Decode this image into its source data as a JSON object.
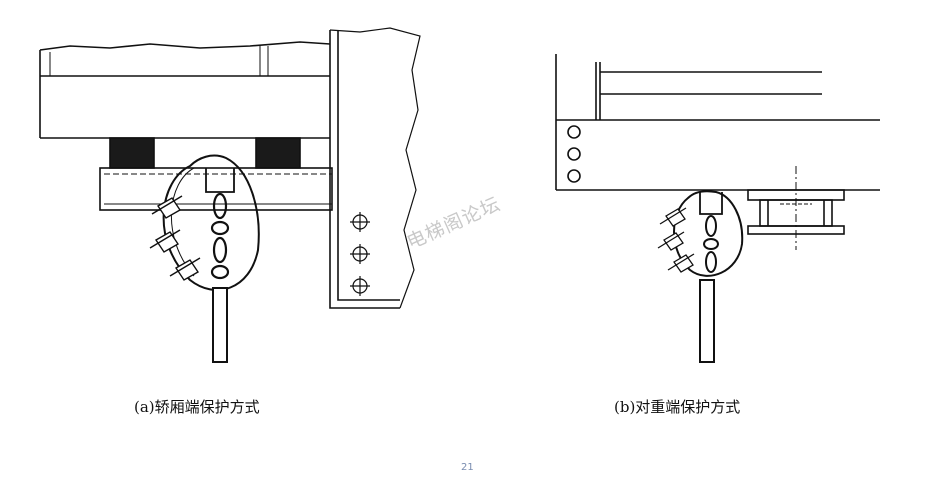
{
  "figure": {
    "captions": {
      "a": "(a)轿厢端保护方式",
      "b": "(b)对重端保护方式"
    },
    "watermark": "电梯阁论坛",
    "page_number": "21"
  },
  "colors": {
    "line": "#111111",
    "hatch": "#111111",
    "watermark": "#c9c9c9"
  }
}
